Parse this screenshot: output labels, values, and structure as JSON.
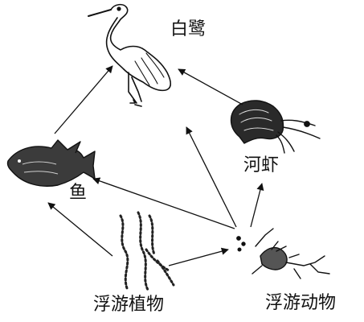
{
  "diagram": {
    "type": "food-web",
    "nodes": {
      "egret": {
        "label": "白鹭",
        "icon": "egret-icon"
      },
      "shrimp": {
        "label": "河虾",
        "icon": "shrimp-icon"
      },
      "fish": {
        "label": "鱼",
        "icon": "fish-icon"
      },
      "phytoplankton": {
        "label": "浮游植物",
        "icon": "phytoplankton-icon"
      },
      "zooplankton": {
        "label": "浮游动物",
        "icon": "zooplankton-icon"
      }
    },
    "edges": [
      {
        "from": "fish",
        "to": "egret"
      },
      {
        "from": "shrimp",
        "to": "egret"
      },
      {
        "from": "zooplankton",
        "to": "egret"
      },
      {
        "from": "zooplankton",
        "to": "shrimp"
      },
      {
        "from": "zooplankton",
        "to": "fish"
      },
      {
        "from": "phytoplankton",
        "to": "fish"
      },
      {
        "from": "phytoplankton",
        "to": "zooplankton"
      }
    ],
    "colors": {
      "ink": "#111111",
      "background": "#ffffff"
    }
  }
}
